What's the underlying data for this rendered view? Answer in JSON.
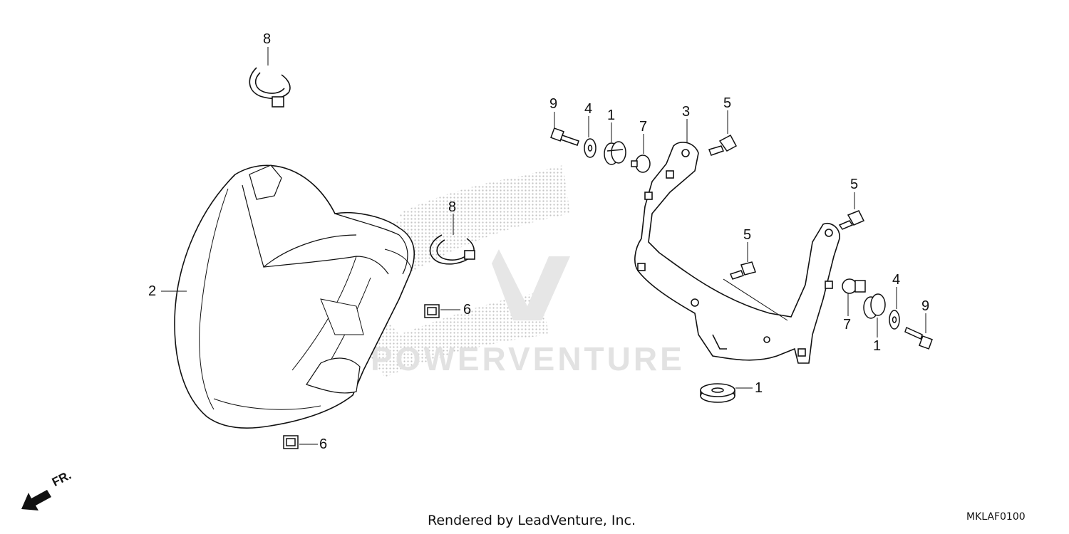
{
  "diagram": {
    "callouts": [
      {
        "id": "c8a",
        "label": "8"
      },
      {
        "id": "c8b",
        "label": "8"
      },
      {
        "id": "c2",
        "label": "2"
      },
      {
        "id": "c6a",
        "label": "6"
      },
      {
        "id": "c6b",
        "label": "6"
      },
      {
        "id": "c9a",
        "label": "9"
      },
      {
        "id": "c4a",
        "label": "4"
      },
      {
        "id": "c1a",
        "label": "1"
      },
      {
        "id": "c7a",
        "label": "7"
      },
      {
        "id": "c3",
        "label": "3"
      },
      {
        "id": "c5a",
        "label": "5"
      },
      {
        "id": "c5b",
        "label": "5"
      },
      {
        "id": "c5c",
        "label": "5"
      },
      {
        "id": "c7b",
        "label": "7"
      },
      {
        "id": "c1b",
        "label": "1"
      },
      {
        "id": "c4b",
        "label": "4"
      },
      {
        "id": "c9b",
        "label": "9"
      },
      {
        "id": "c1c",
        "label": "1"
      }
    ],
    "direction_label": "FR.",
    "credit": "Rendered by LeadVenture, Inc.",
    "diagram_code": "MKLAF0100",
    "watermark_text": "POWERVENTURE"
  },
  "colors": {
    "line": "#111111",
    "watermark": "#bdbdbd"
  }
}
